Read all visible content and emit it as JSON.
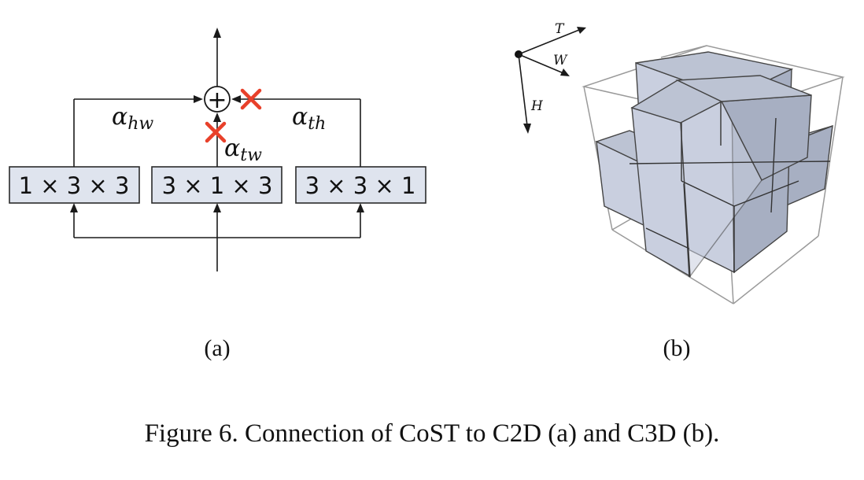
{
  "panel_a": {
    "boxes": [
      "1 × 3 × 3",
      "3 × 1 × 3",
      "3 × 3 × 1"
    ],
    "alpha_hw": {
      "symbol": "α",
      "subscript": "hw"
    },
    "alpha_tw": {
      "symbol": "α",
      "subscript": "tw"
    },
    "alpha_th": {
      "symbol": "α",
      "subscript": "th"
    },
    "sum_symbol": "+",
    "cross_color": "#e8402a",
    "label": "(a)"
  },
  "panel_b": {
    "axes": {
      "t": "T",
      "w": "W",
      "h": "H"
    },
    "label": "(b)",
    "cube_color": "#c9cfdf"
  },
  "caption": "Figure 6. Connection of CoST to C2D (a) and C3D (b)."
}
